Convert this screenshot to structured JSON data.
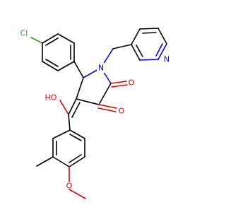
{
  "molecule": {
    "atoms": {
      "cl": {
        "label": "Cl",
        "color": "#2a9a2a"
      },
      "n1": {
        "label": "N",
        "color": "#0000ee"
      },
      "n_py": {
        "label": "N",
        "color": "#0000ee"
      },
      "o_c2": {
        "label": "O",
        "color": "#e00000"
      },
      "o_c3": {
        "label": "O",
        "color": "#e00000"
      },
      "o_hydroxy": {
        "label": "HO",
        "color": "#e00000"
      },
      "o_methoxy": {
        "label": "O",
        "color": "#e00000"
      }
    }
  }
}
